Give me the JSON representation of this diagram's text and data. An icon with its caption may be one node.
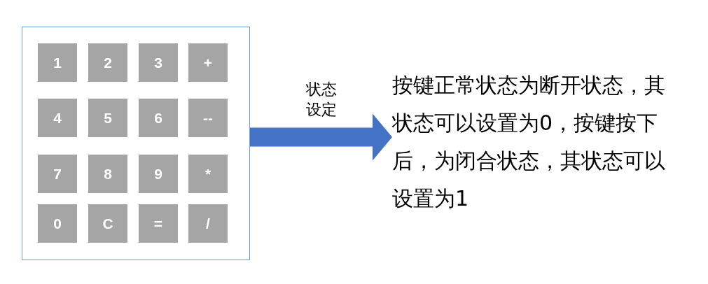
{
  "diagram": {
    "nodes": [
      {
        "text": [],
        "shape": "box"
      },
      {
        "text": [
          "1"
        ],
        "in": 0
      },
      {
        "text": [
          "2"
        ],
        "in": 0
      },
      {
        "text": [
          "3"
        ],
        "in": 0
      },
      {
        "text": [
          "+"
        ],
        "in": 0
      },
      {
        "text": [
          "4"
        ],
        "in": 0
      },
      {
        "text": [
          "5"
        ],
        "in": 0
      },
      {
        "text": [
          "6"
        ],
        "in": 0
      },
      {
        "text": [
          "--"
        ],
        "in": 0
      },
      {
        "text": [
          "7"
        ],
        "in": 0
      },
      {
        "text": [
          "8"
        ],
        "in": 0
      },
      {
        "text": [
          "9"
        ],
        "in": 0
      },
      {
        "text": [
          "*"
        ],
        "in": 0
      },
      {
        "text": [
          "0"
        ],
        "in": 0
      },
      {
        "text": [
          "C"
        ],
        "in": 0
      },
      {
        "text": [
          "="
        ],
        "in": 0
      },
      {
        "text": [
          "/"
        ],
        "in": 0
      },
      {
        "text": [
          "按键正常状态为断开状态，其状态可以设置为0，按键按下后，为闭合状态，其状态可以设置为1"
        ]
      }
    ],
    "edges": [
      {
        "from": 0,
        "to": 17,
        "arrow": "to",
        "label": "状态设定",
        "color": "#4472c4"
      }
    ]
  }
}
